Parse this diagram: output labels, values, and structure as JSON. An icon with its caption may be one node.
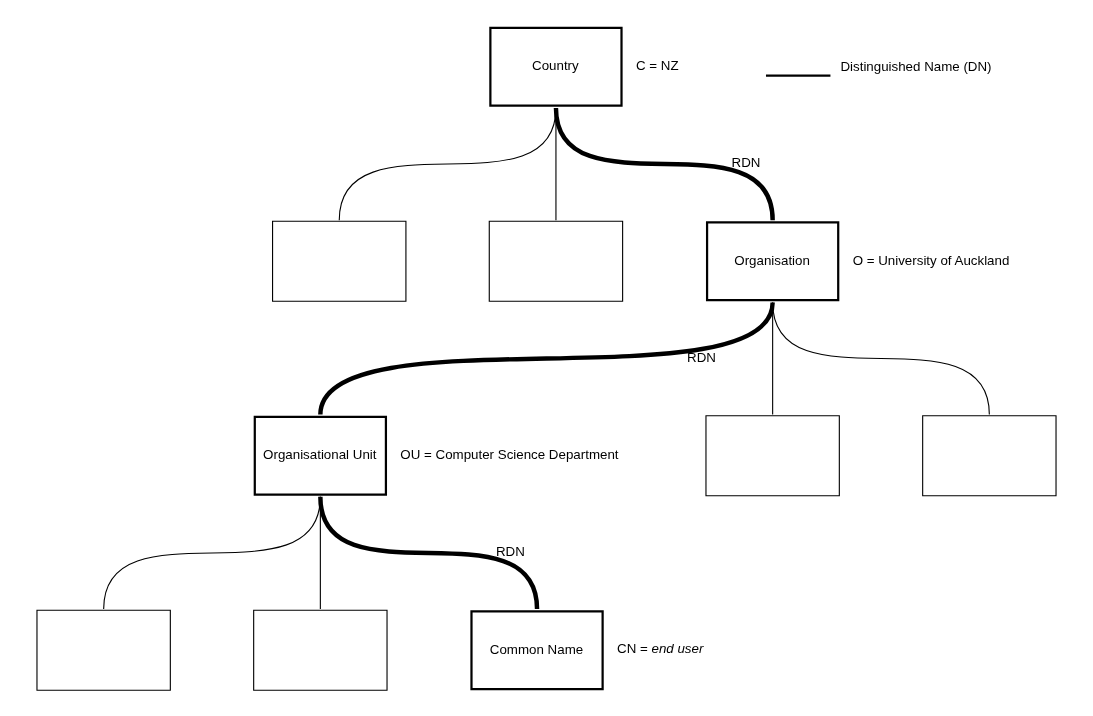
{
  "diagram": {
    "nodes": [
      {
        "text": [
          "Country"
        ],
        "beside": [
          "C = NZ"
        ]
      },
      {
        "text": [],
        "shape": "box"
      },
      {
        "text": [],
        "shape": "box"
      },
      {
        "text": [
          "Organisation"
        ],
        "beside": [
          "O = University of Auckland"
        ]
      },
      {
        "text": [
          "Organisational Unit"
        ],
        "beside": [
          "OU = Computer Science Department"
        ]
      },
      {
        "text": [],
        "shape": "box"
      },
      {
        "text": [],
        "shape": "box"
      },
      {
        "text": [],
        "shape": "box"
      },
      {
        "text": [],
        "shape": "box"
      },
      {
        "text": [
          "Common Name"
        ],
        "beside": [
          "CN = *end user*"
        ]
      }
    ],
    "edges": [
      {
        "from": 0,
        "to": 1,
        "arrow": "none"
      },
      {
        "from": 0,
        "to": 2,
        "arrow": "none"
      },
      {
        "from": 0,
        "to": 3,
        "arrow": "none",
        "label": "RDN",
        "style": "thick"
      },
      {
        "from": 3,
        "to": 4,
        "arrow": "none",
        "label": "RDN",
        "style": "thick"
      },
      {
        "from": 3,
        "to": 5,
        "arrow": "none"
      },
      {
        "from": 3,
        "to": 6,
        "arrow": "none"
      },
      {
        "from": 4,
        "to": 7,
        "arrow": "none"
      },
      {
        "from": 4,
        "to": 8,
        "arrow": "none"
      },
      {
        "from": 4,
        "to": 9,
        "arrow": "none",
        "label": "RDN",
        "style": "thick"
      }
    ],
    "legend": [
      {
        "text": "Distinguished Name (DN)"
      }
    ]
  }
}
